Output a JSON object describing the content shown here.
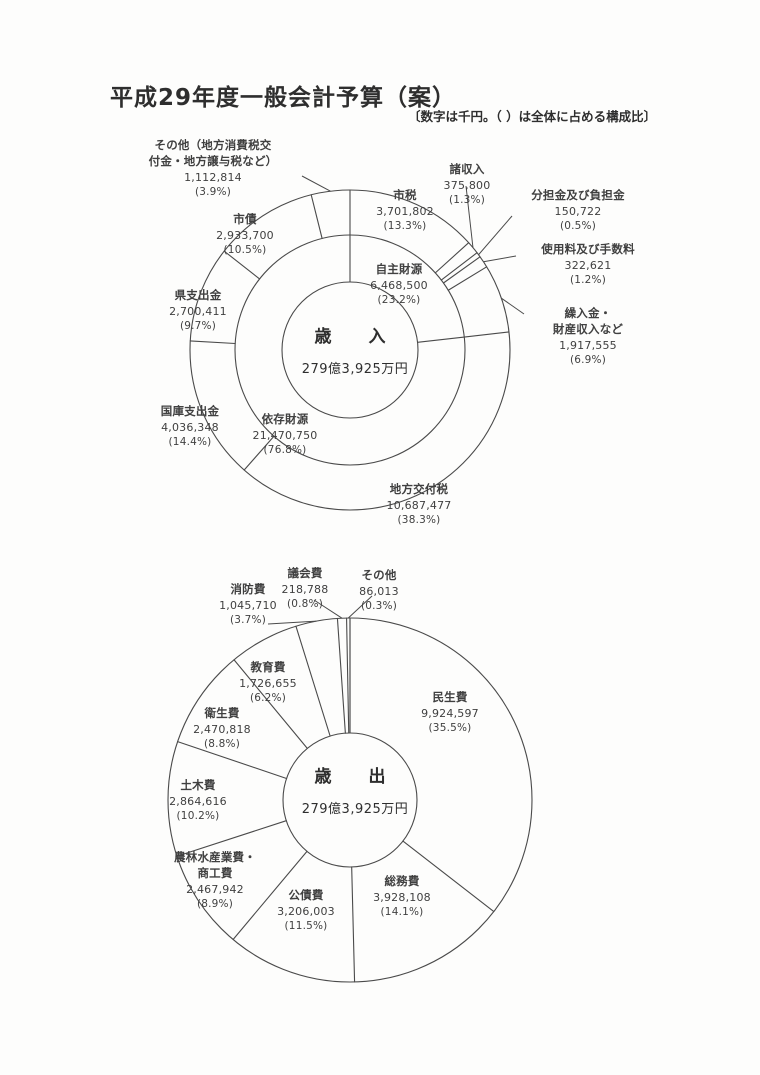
{
  "document": {
    "title": "平成29年度一般会計予算（案）",
    "subtitle": "〔数字は千円。（ ）は全体に占める構成比〕"
  },
  "chart_data": [
    {
      "type": "pie",
      "title": "歳　入",
      "center_label": "歳　入",
      "center_amount": "279億3,925万円",
      "unit_note": "数字は千円",
      "rings": [
        {
          "name": "inner",
          "categories": [
            "自主財源",
            "依存財源"
          ],
          "values": [
            6468500,
            21470750
          ],
          "percents": [
            23.2,
            76.8
          ],
          "value_labels": [
            "6,468,500",
            "21,470,750"
          ],
          "percent_labels": [
            "(23.2%)",
            "(76.8%)"
          ]
        },
        {
          "name": "outer",
          "categories": [
            "市税",
            "諸収入",
            "分担金及び負担金",
            "使用料及び手数料",
            "繰入金・\n財産収入など",
            "地方交付税",
            "国庫支出金",
            "県支出金",
            "市債",
            "その他（地方消費税交\n付金・地方譲与税など）"
          ],
          "values": [
            3701802,
            375800,
            150722,
            322621,
            1917555,
            10687477,
            4036348,
            2700411,
            2933700,
            1112814
          ],
          "percents": [
            13.3,
            1.3,
            0.5,
            1.2,
            6.9,
            38.3,
            14.4,
            9.7,
            10.5,
            3.9
          ],
          "value_labels": [
            "3,701,802",
            "375,800",
            "150,722",
            "322,621",
            "1,917,555",
            "10,687,477",
            "4,036,348",
            "2,700,411",
            "2,933,700",
            "1,112,814"
          ],
          "percent_labels": [
            "(13.3%)",
            "(1.3%)",
            "(0.5%)",
            "(1.2%)",
            "(6.9%)",
            "(38.3%)",
            "(14.4%)",
            "(9.7%)",
            "(10.5%)",
            "(3.9%)"
          ]
        }
      ]
    },
    {
      "type": "pie",
      "title": "歳　出",
      "center_label": "歳　出",
      "center_amount": "279億3,925万円",
      "unit_note": "数字は千円",
      "categories": [
        "民生費",
        "総務費",
        "公債費",
        "農林水産業費・\n商工費",
        "土木費",
        "衛生費",
        "教育費",
        "消防費",
        "議会費",
        "その他"
      ],
      "values": [
        9924597,
        3928108,
        3206003,
        2467942,
        2864616,
        2470818,
        1726655,
        1045710,
        218788,
        86013
      ],
      "percents": [
        35.5,
        14.1,
        11.5,
        8.9,
        10.2,
        8.8,
        6.2,
        3.7,
        0.8,
        0.3
      ],
      "value_labels": [
        "9,924,597",
        "3,928,108",
        "3,206,003",
        "2,467,942",
        "2,864,616",
        "2,470,818",
        "1,726,655",
        "1,045,710",
        "218,788",
        "86,013"
      ],
      "percent_labels": [
        "(35.5%)",
        "(14.1%)",
        "(11.5%)",
        "(8.9%)",
        "(10.2%)",
        "(8.8%)",
        "(6.2%)",
        "(3.7%)",
        "(0.8%)",
        "(0.3%)"
      ]
    }
  ],
  "revenue_labels": {
    "shizei": {
      "name": "市税",
      "value": "3,701,802",
      "percent": "(13.3%)"
    },
    "shoshunyu": {
      "name": "諸収入",
      "value": "375,800",
      "percent": "(1.3%)"
    },
    "buntankin": {
      "name": "分担金及び負担金",
      "value": "150,722",
      "percent": "(0.5%)"
    },
    "shiyoryo": {
      "name": "使用料及び手数料",
      "value": "322,621",
      "percent": "(1.2%)"
    },
    "kurinyukin1": {
      "name": "繰入金・",
      "name2": "財産収入など",
      "value": "1,917,555",
      "percent": "(6.9%)"
    },
    "chihokofuzei": {
      "name": "地方交付税",
      "value": "10,687,477",
      "percent": "(38.3%)"
    },
    "kokkoshishutsu": {
      "name": "国庫支出金",
      "value": "4,036,348",
      "percent": "(14.4%)"
    },
    "kenshishutsu": {
      "name": "県支出金",
      "value": "2,700,411",
      "percent": "(9.7%)"
    },
    "shisai": {
      "name": "市債",
      "value": "2,933,700",
      "percent": "(10.5%)"
    },
    "sonota1": {
      "name": "その他（地方消費税交",
      "name2": "付金・地方譲与税など）",
      "value": "1,112,814",
      "percent": "(3.9%)"
    },
    "jishuzaigen": {
      "name": "自主財源",
      "value": "6,468,500",
      "percent": "(23.2%)"
    },
    "izonzaigen": {
      "name": "依存財源",
      "value": "21,470,750",
      "percent": "(76.8%)"
    },
    "center_title": "歳　入",
    "center_amount": "279億3,925万円"
  },
  "expense_labels": {
    "minseihi": {
      "name": "民生費",
      "value": "9,924,597",
      "percent": "(35.5%)"
    },
    "somuhi": {
      "name": "総務費",
      "value": "3,928,108",
      "percent": "(14.1%)"
    },
    "kosaihi": {
      "name": "公債費",
      "value": "3,206,003",
      "percent": "(11.5%)"
    },
    "norin1": {
      "name": "農林水産業費・",
      "name2": "商工費",
      "value": "2,467,942",
      "percent": "(8.9%)"
    },
    "dobokuhi": {
      "name": "土木費",
      "value": "2,864,616",
      "percent": "(10.2%)"
    },
    "eiseihi": {
      "name": "衛生費",
      "value": "2,470,818",
      "percent": "(8.8%)"
    },
    "kyoikuhi": {
      "name": "教育費",
      "value": "1,726,655",
      "percent": "(6.2%)"
    },
    "shoboihi": {
      "name": "消防費",
      "value": "1,045,710",
      "percent": "(3.7%)"
    },
    "gikaihi": {
      "name": "議会費",
      "value": "218,788",
      "percent": "(0.8%)"
    },
    "sonota": {
      "name": "その他",
      "value": "86,013",
      "percent": "(0.3%)"
    },
    "center_title": "歳　出",
    "center_amount": "279億3,925万円"
  },
  "colors": {
    "stroke": "#4a4a4a",
    "text": "#3a3a3a",
    "background": "#fdfdfc"
  }
}
